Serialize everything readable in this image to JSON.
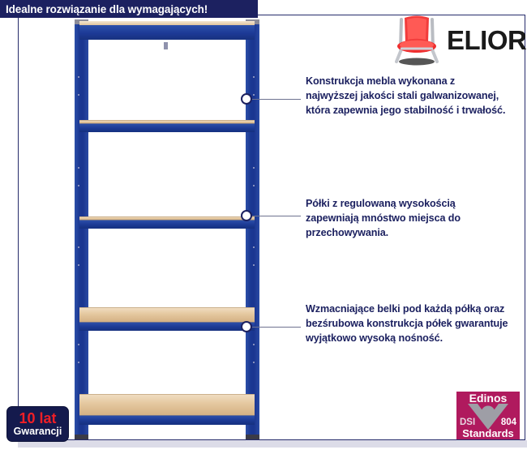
{
  "banner": {
    "text": "Idealne rozwiązanie dla wymagających!"
  },
  "logo": {
    "brand": "ELIOR",
    "icon": "red-chair-icon"
  },
  "product": {
    "name": "metalowy regał magazynowy",
    "frame_color": "#1b3893",
    "shelf_color": "#e4c79e",
    "shelf_count": 5
  },
  "callouts": [
    {
      "id": "callout-construction",
      "text": "Konstrukcja mebla wykonana z najwyższej jakości stali galwanizowanej, która zapewnia jego stabilność i trwałość.",
      "dot_label": "callout-dot-construction"
    },
    {
      "id": "callout-shelves",
      "text": "Półki z regulowaną wysokością zapewniają mnóstwo miejsca do przechowywania.",
      "dot_label": "callout-dot-shelves"
    },
    {
      "id": "callout-beams",
      "text": "Wzmacniające belki pod każdą półką oraz bezśrubowa konstrukcja półek gwarantuje wyjątkowo wysoką nośność.",
      "dot_label": "callout-dot-beams"
    }
  ],
  "warranty_badge": {
    "years": "10 lat",
    "label": "Gwarancji",
    "accent": "#f01f26",
    "background": "#141a4d"
  },
  "standards_badge": {
    "brand": "Edinos",
    "code_left": "DSI",
    "code_right": "804",
    "label": "Standards",
    "background": "#b01a5e"
  },
  "theme": {
    "navy": "#1c2160",
    "white": "#ffffff",
    "strip": "#dcdce8"
  }
}
